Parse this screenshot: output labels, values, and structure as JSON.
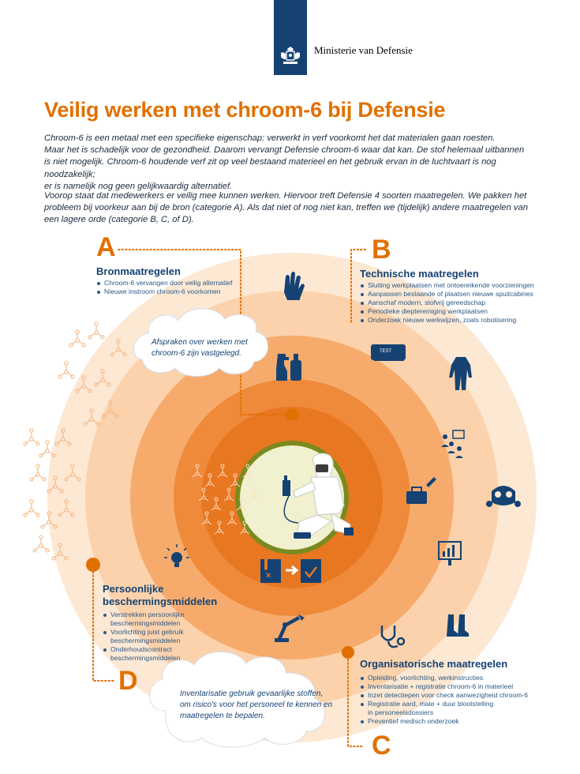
{
  "header": {
    "ministry": "Ministerie van Defensie",
    "logo_color": "#154273"
  },
  "title": "Veilig werken met chroom-6 bij Defensie",
  "intro": {
    "p1": [
      "Chroom-6 is een metaal met een specifieke eigenschap: verwerkt in verf voorkomt het dat materialen gaan roesten.",
      "Maar het is schadelijk voor de gezondheid. Daarom vervangt Defensie chroom-6 waar dat kan. De stof helemaal uitbannen",
      "is niet mogelijk. Chroom-6 houdende verf zit op veel bestaand materieel en het gebruik ervan in de luchtvaart is nog noodzakelijk;",
      "er is namelijk nog geen gelijkwaardig alternatief."
    ],
    "p2": [
      "Voorop staat dat medewerkers er veilig mee kunnen werken. Hiervoor treft Defensie 4 soorten maatregelen. We pakken het",
      "probleem bij voorkeur aan bij de bron (categorie A). Als dat niet of nog niet kan, treffen we (tijdelijk) andere maatregelen van",
      "een lagere orde (categorie B, C, of D)."
    ]
  },
  "sections": {
    "a": {
      "letter": "A",
      "title": "Bronmaatregelen",
      "items": [
        "Chroom-6 vervangen door veilig alternatief",
        "Nieuwe instroom chroom-6 voorkomen"
      ]
    },
    "b": {
      "letter": "B",
      "title": "Technische maatregelen",
      "items": [
        "Sluiting werkplaatsen met ontoereikende voorzieningen",
        "Aanpassen bestaande of plaatsen nieuwe spuitcabines",
        "Aanschaf modern, stofvrij gereedschap",
        "Periodieke dieptereiniging werkplaatsen",
        "Onderzoek nieuwe werkwijzen, zoals robotisering"
      ]
    },
    "c": {
      "letter": "C",
      "title": "Organisatorische maatregelen",
      "items": [
        "Opleiding, voorlichting, werkinstructies",
        "Inventarisatie + registratie chroom-6 in materieel",
        "Inzet detectiepen voor check aanwezigheid chroom-6",
        "Registratie aard, mate + duur blootstelling",
        "Preventief medisch onderzoek"
      ],
      "item4_line2": "in personeelsdossiers"
    },
    "d": {
      "letter": "D",
      "title_line1": "Persoonlijke",
      "title_line2": "beschermingsmiddelen",
      "items": [
        {
          "l1": "Verstrekken persoonlijke",
          "l2": "beschermingsmiddelen"
        },
        {
          "l1": "Voorlichting juist gebruik",
          "l2": "beschermingsmiddelen"
        },
        {
          "l1": "Onderhoudscontract",
          "l2": "beschermingsmiddelen"
        }
      ]
    }
  },
  "clouds": {
    "top": [
      "Afspraken over werken met",
      "chroom-6 zijn vastgelegd."
    ],
    "bottom": [
      "Inventarisatie gebruik gevaarlijke stoffen,",
      "om risico's voor het personeel te kennen en",
      "maatregelen te bepalen."
    ]
  },
  "test_label": "TEST",
  "colors": {
    "orange": "#e17000",
    "ring_outer": "#fde8d4",
    "ring_2": "#fbd2ac",
    "ring_3": "#f6ab6c",
    "ring_4": "#ef8a3a",
    "ring_inner": "#e87722",
    "navy": "#154273",
    "olive": "#7b8a1e"
  },
  "icons": [
    "glove-icon",
    "spray-bottle-icon",
    "test-device-icon",
    "coverall-icon",
    "meeting-icon",
    "toolbox-icon",
    "gas-mask-icon",
    "chart-board-icon",
    "boots-icon",
    "stethoscope-icon",
    "robot-arm-icon",
    "lightbulb-head-icon",
    "paint-swap-icon",
    "worker-illustration"
  ]
}
